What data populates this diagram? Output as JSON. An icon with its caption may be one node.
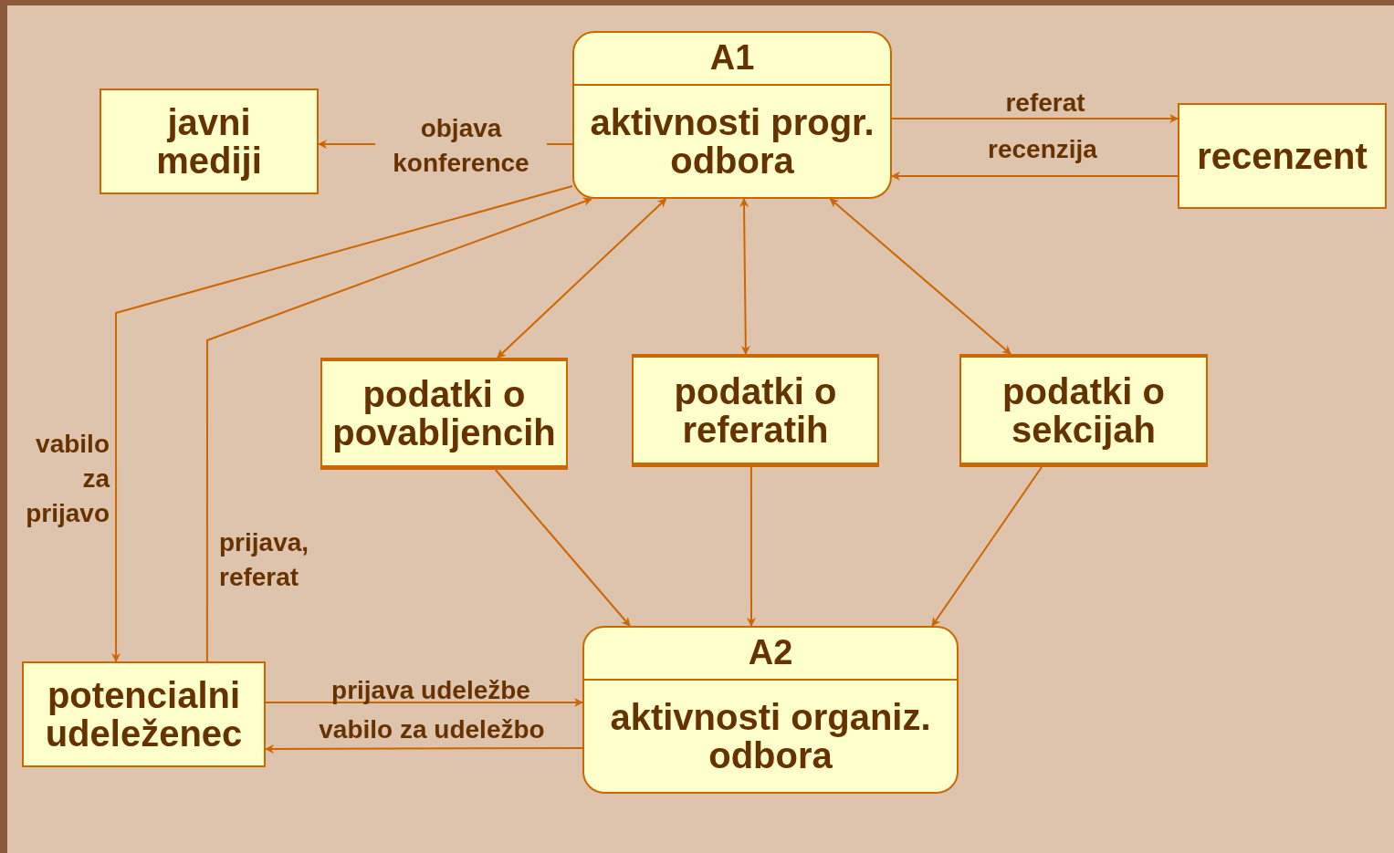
{
  "diagram": {
    "nodes": [
      {
        "text": [
          "A1",
          "aktivnosti progr. odbora"
        ]
      },
      {
        "text": [
          "javni mediji"
        ]
      },
      {
        "text": [
          "recenzent"
        ]
      },
      {
        "text": [
          "podatki o povabljencih"
        ]
      },
      {
        "text": [
          "podatki o referatih"
        ]
      },
      {
        "text": [
          "podatki o sekcijah"
        ]
      },
      {
        "text": [
          "A2",
          "aktivnosti organiz. odbora"
        ]
      },
      {
        "text": [
          "potencialni udeleženec"
        ]
      }
    ],
    "edges": [
      {
        "from": 0,
        "to": 1,
        "arrow": "to",
        "label": "objava konference"
      },
      {
        "from": 0,
        "to": 2,
        "arrow": "to",
        "label": "referat"
      },
      {
        "from": 2,
        "to": 0,
        "arrow": "to",
        "label": "recenzija"
      },
      {
        "from": 0,
        "to": 7,
        "arrow": "to",
        "label": "vabilo za prijavo"
      },
      {
        "from": 7,
        "to": 0,
        "arrow": "to",
        "label": "prijava, referat"
      },
      {
        "from": 0,
        "to": 3,
        "arrow": "both"
      },
      {
        "from": 0,
        "to": 4,
        "arrow": "both"
      },
      {
        "from": 0,
        "to": 5,
        "arrow": "both"
      },
      {
        "from": 3,
        "to": 6,
        "arrow": "to"
      },
      {
        "from": 4,
        "to": 6,
        "arrow": "to"
      },
      {
        "from": 5,
        "to": 6,
        "arrow": "to"
      },
      {
        "from": 7,
        "to": 6,
        "arrow": "to",
        "label": "prijava udeležbe"
      },
      {
        "from": 6,
        "to": 7,
        "arrow": "to",
        "label": "vabilo za udeležbo"
      }
    ]
  }
}
